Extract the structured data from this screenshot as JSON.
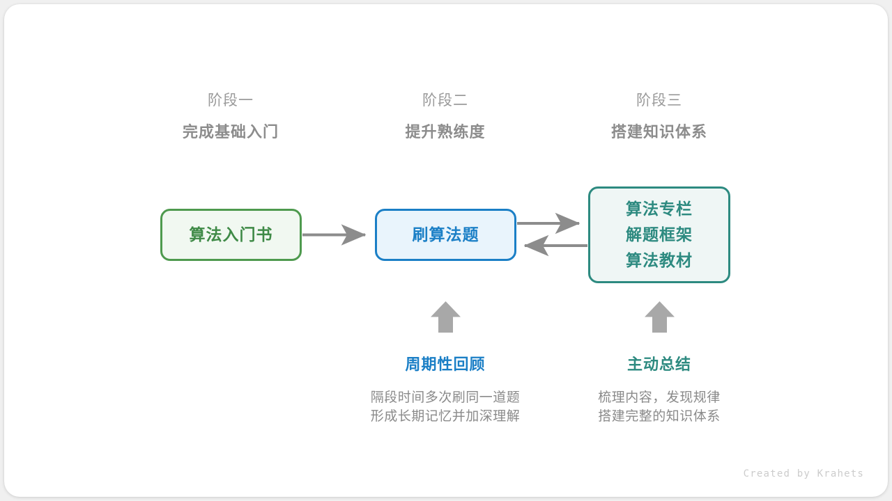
{
  "theme": {
    "page_background": "#f0f0f0",
    "card_background": "#ffffff",
    "header_gray": "#8c8c8c",
    "green": "#3f8a47",
    "green_border": "#4e9a4e",
    "green_fill": "#f1f8f1",
    "blue": "#1b7fc6",
    "blue_fill": "#e9f4fc",
    "teal": "#2d8a80",
    "teal_fill": "#eff6f5",
    "arrow_gray": "#8c8c8c",
    "body_gray": "#8a8a8a",
    "credit_gray": "#cccccc"
  },
  "stages": [
    {
      "number": "阶段一",
      "title": "完成基础入门"
    },
    {
      "number": "阶段二",
      "title": "提升熟练度"
    },
    {
      "number": "阶段三",
      "title": "搭建知识体系"
    }
  ],
  "nodes": {
    "book": {
      "lines": [
        "算法入门书"
      ]
    },
    "practice": {
      "lines": [
        "刷算法题"
      ]
    },
    "resources": {
      "lines": [
        "算法专栏",
        "解题框架",
        "算法教材"
      ]
    }
  },
  "connectors": [
    {
      "name": "book-to-practice",
      "direction": "right"
    },
    {
      "name": "practice-to-resources",
      "direction": "right"
    },
    {
      "name": "resources-to-practice",
      "direction": "left"
    },
    {
      "name": "review-up",
      "direction": "up"
    },
    {
      "name": "summary-up",
      "direction": "up"
    }
  ],
  "annotations": [
    {
      "title": "周期性回顾",
      "desc_lines": [
        "隔段时间多次刷同一道题",
        "形成长期记忆并加深理解"
      ]
    },
    {
      "title": "主动总结",
      "desc_lines": [
        "梳理内容，发现规律",
        "搭建完整的知识体系"
      ]
    }
  ],
  "footer": {
    "credit": "Created by Krahets"
  }
}
